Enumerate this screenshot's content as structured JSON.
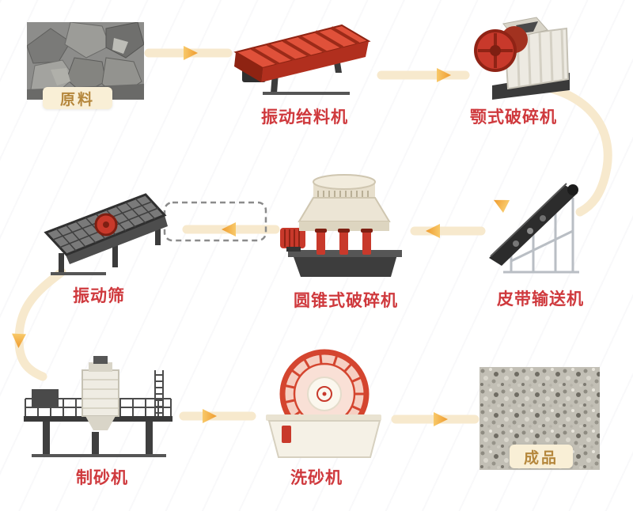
{
  "diagram": {
    "type": "process-flow",
    "nodes": {
      "raw_material": {
        "label": "原料"
      },
      "vibrating_feeder": {
        "label": "振动给料机"
      },
      "jaw_crusher": {
        "label": "颚式破碎机"
      },
      "belt_conveyor": {
        "label": "皮带输送机"
      },
      "cone_crusher": {
        "label": "圆锥式破碎机"
      },
      "vibrating_screen": {
        "label": "振动筛"
      },
      "sand_maker": {
        "label": "制砂机"
      },
      "sand_washer": {
        "label": "洗砂机"
      },
      "finished_product": {
        "label": "成品"
      }
    },
    "edges": [
      {
        "from": "raw_material",
        "to": "vibrating_feeder",
        "style": "solid"
      },
      {
        "from": "vibrating_feeder",
        "to": "jaw_crusher",
        "style": "solid"
      },
      {
        "from": "jaw_crusher",
        "to": "belt_conveyor",
        "style": "solid-curve"
      },
      {
        "from": "belt_conveyor",
        "to": "cone_crusher",
        "style": "solid"
      },
      {
        "from": "cone_crusher",
        "to": "vibrating_screen",
        "style": "solid"
      },
      {
        "from": "vibrating_screen",
        "to": "cone_crusher",
        "style": "dashed-return"
      },
      {
        "from": "vibrating_screen",
        "to": "sand_maker",
        "style": "solid-curve"
      },
      {
        "from": "sand_maker",
        "to": "sand_washer",
        "style": "solid"
      },
      {
        "from": "sand_washer",
        "to": "finished_product",
        "style": "solid"
      }
    ],
    "colors": {
      "label_text": "#cf393d",
      "badge_text": "#b5873c",
      "badge_background": "#f9efd6",
      "arrow_line": "#f7e9cd",
      "arrow_head": "#f4a93c",
      "machine_red": "#c8392b"
    }
  }
}
